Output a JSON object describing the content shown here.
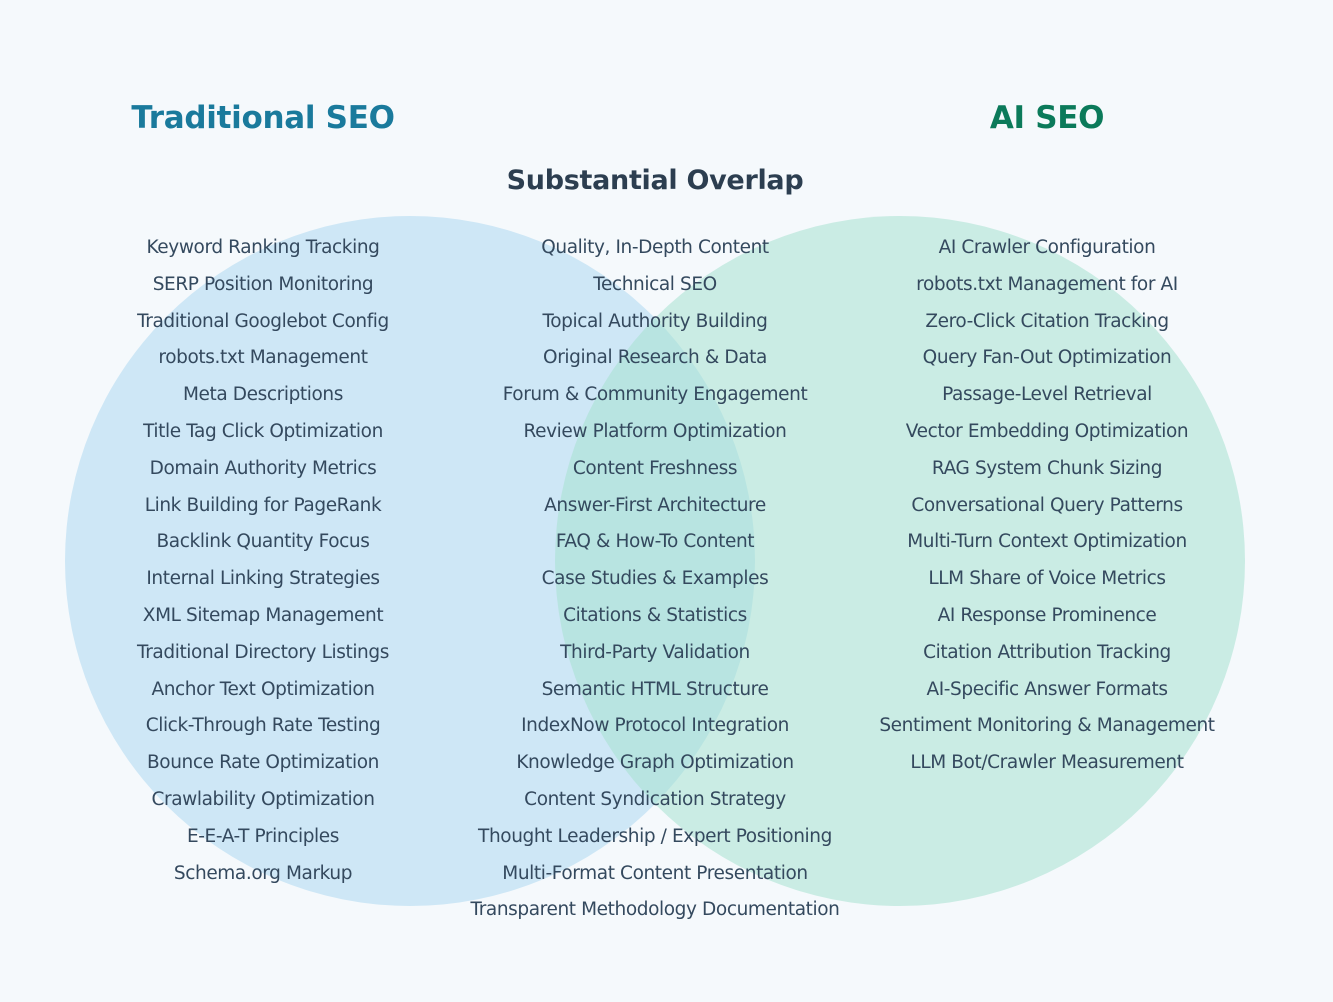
{
  "colors": {
    "background": "#f5f9fc",
    "traditional_title": "#1a7a9c",
    "ai_title": "#0b7a5a",
    "overlap_title": "#2c3e50",
    "item_text": "#34495e",
    "left_circle": "#d1e9f5",
    "right_circle": "#c8ece3",
    "overlap_region": "#a8e0dc"
  },
  "sets": {
    "traditional": {
      "title": "Traditional SEO",
      "items": [
        "Keyword Ranking Tracking",
        "SERP Position Monitoring",
        "Traditional Googlebot Config",
        "robots.txt Management",
        "Meta Descriptions",
        "Title Tag Click Optimization",
        "Domain Authority Metrics",
        "Link Building for PageRank",
        "Backlink Quantity Focus",
        "Internal Linking Strategies",
        "XML Sitemap Management",
        "Traditional Directory Listings",
        "Anchor Text Optimization",
        "Click-Through Rate Testing",
        "Bounce Rate Optimization",
        "Crawlability Optimization",
        "E-E-A-T Principles",
        "Schema.org Markup"
      ]
    },
    "overlap": {
      "title": "Substantial Overlap",
      "items": [
        "Quality, In-Depth Content",
        "Technical SEO",
        "Topical Authority Building",
        "Original Research & Data",
        "Forum & Community Engagement",
        "Review Platform Optimization",
        "Content Freshness",
        "Answer-First Architecture",
        "FAQ & How-To Content",
        "Case Studies & Examples",
        "Citations & Statistics",
        "Third-Party Validation",
        "Semantic HTML Structure",
        "IndexNow Protocol Integration",
        "Knowledge Graph Optimization",
        "Content Syndication Strategy",
        "Thought Leadership / Expert Positioning",
        "Multi-Format Content Presentation",
        "Transparent Methodology Documentation"
      ]
    },
    "ai": {
      "title": "AI SEO",
      "items": [
        "AI Crawler Configuration",
        "robots.txt Management for AI",
        "Zero-Click Citation Tracking",
        "Query Fan-Out Optimization",
        "Passage-Level Retrieval",
        "Vector Embedding Optimization",
        "RAG System Chunk Sizing",
        "Conversational Query Patterns",
        "Multi-Turn Context Optimization",
        "LLM Share of Voice Metrics",
        "AI Response Prominence",
        "Citation Attribution Tracking",
        "AI-Specific Answer Formats",
        "Sentiment Monitoring & Management",
        "LLM Bot/Crawler Measurement"
      ]
    }
  }
}
